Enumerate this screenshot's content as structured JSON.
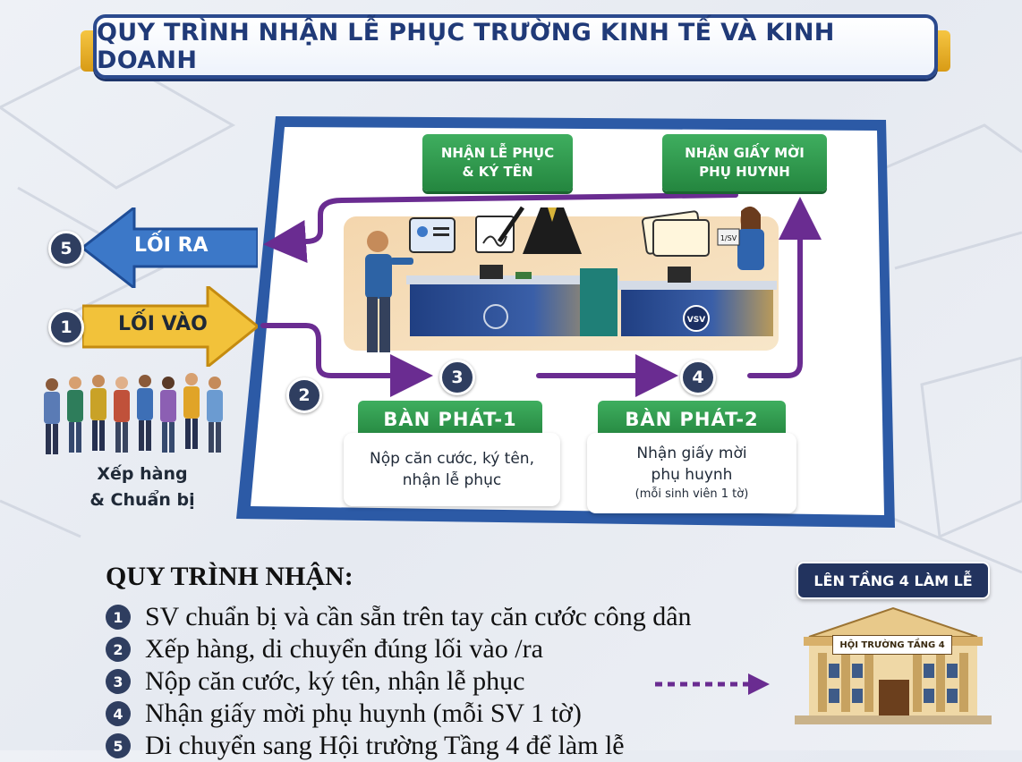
{
  "title": "QUY TRÌNH NHẬN LỄ PHỤC TRƯỜNG KINH TẾ VÀ KINH DOANH",
  "top_tags": {
    "sign": "NHẬN LỄ PHỤC\n& KÝ TÊN",
    "invite": "NHẬN GIẤY MỜI\nPHỤ HUYNH"
  },
  "exit": {
    "number": "5",
    "label": "LỐI RA"
  },
  "entrance": {
    "number": "1",
    "label": "LỐI VÀO"
  },
  "queue_label": "Xếp hàng\n& Chuẩn bị",
  "step_circles": {
    "queue": "2",
    "desk1": "3",
    "desk2": "4"
  },
  "desk1": {
    "label": "BÀN PHÁT-1",
    "desc": "Nộp căn cước, ký tên,\nnhận lễ phục"
  },
  "desk2": {
    "label": "BÀN PHÁT-2",
    "desc": "Nhận giấy mời\nphụ huynh",
    "note": "(mỗi sinh viên 1 tờ)"
  },
  "counter_sign": "VSV",
  "paper_sign": "1/SV",
  "steps_title": "QUY TRÌNH NHẬN:",
  "steps": [
    {
      "num": "1",
      "text": "SV chuẩn bị và cần sẵn trên tay căn cước công dân"
    },
    {
      "num": "2",
      "text": "Xếp hàng, di chuyển đúng lối vào /ra"
    },
    {
      "num": "3",
      "text": "Nộp căn cước, ký tên, nhận lễ phục"
    },
    {
      "num": "4",
      "text": "Nhận giấy mời phụ huynh (mỗi SV 1 tờ)"
    },
    {
      "num": "5",
      "text": "Di chuyển sang Hội trường Tầng 4 để làm lễ"
    }
  ],
  "floor_tag": "LÊN TẦNG 4 LÀM LỄ",
  "hall_sign": "HỘI TRƯỜNG TẦNG 4",
  "colors": {
    "navy": "#2b4a8e",
    "green": "#2e9a4d",
    "purple": "#6a2c91",
    "gold": "#f2c23a",
    "blue_arrow": "#3c78c8"
  }
}
